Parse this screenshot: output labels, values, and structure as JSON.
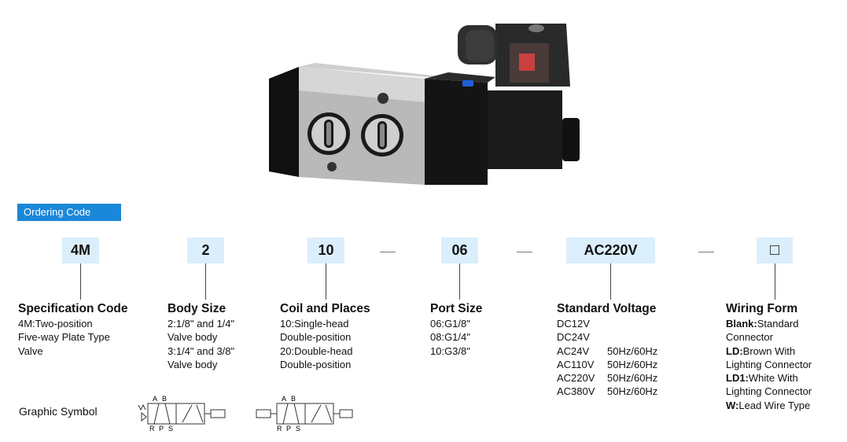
{
  "ordering_code": {
    "title": "Ordering Code"
  },
  "code_segments": [
    "4M",
    "2",
    "10",
    "06",
    "AC220V",
    "□"
  ],
  "columns": {
    "spec": {
      "title": "Specification Code",
      "lines": [
        "4M:Two-position",
        "Five-way Plate Type",
        "Valve"
      ]
    },
    "body": {
      "title": "Body Size",
      "lines": [
        "2:1/8\" and 1/4\"",
        "Valve body",
        "3:1/4\" and 3/8\"",
        "Valve body"
      ]
    },
    "coil": {
      "title": "Coil and Places",
      "lines": [
        "10:Single-head",
        "Double-position",
        "20:Double-head",
        "Double-position"
      ]
    },
    "port": {
      "title": "Port Size",
      "lines": [
        "06:G1/8\"",
        "08:G1/4\"",
        "10:G3/8\""
      ]
    },
    "voltage": {
      "title": "Standard Voltage",
      "rows": [
        {
          "v": "DC12V",
          "f": ""
        },
        {
          "v": "DC24V",
          "f": ""
        },
        {
          "v": "AC24V",
          "f": "50Hz/60Hz"
        },
        {
          "v": "AC110V",
          "f": "50Hz/60Hz"
        },
        {
          "v": "AC220V",
          "f": "50Hz/60Hz"
        },
        {
          "v": "AC380V",
          "f": "50Hz/60Hz"
        }
      ]
    },
    "wiring": {
      "title": "Wiring Form",
      "lines": [
        {
          "t": "Blank:",
          "r": "Standard"
        },
        {
          "t": "",
          "r": "Connector"
        },
        {
          "t": "LD:",
          "r": "Brown With"
        },
        {
          "t": "",
          "r": "Lighting Connector"
        },
        {
          "t": "LD1:",
          "r": "White With"
        },
        {
          "t": "",
          "r": "Lighting Connector"
        },
        {
          "t": "W:",
          "r": "Lead Wire Type"
        }
      ]
    }
  },
  "graphic_symbol": {
    "label": "Graphic Symbol",
    "port_labels_top": [
      "A",
      "B"
    ],
    "port_labels_bottom": [
      "R",
      "P",
      "S"
    ]
  },
  "colors": {
    "banner": "#1a87d8",
    "code_box": "#dbeefb"
  }
}
